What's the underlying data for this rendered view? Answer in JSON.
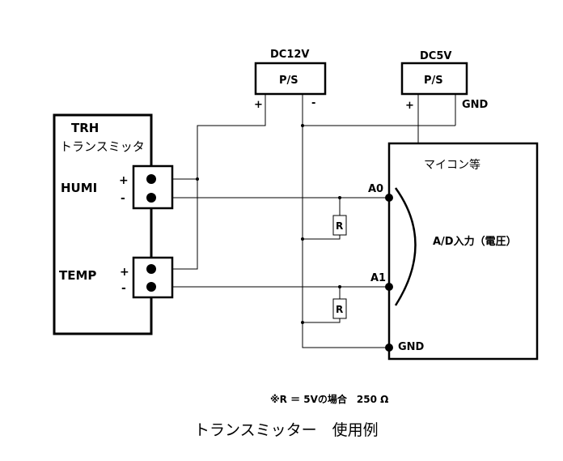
{
  "supplies": {
    "dc12v": {
      "voltage": "DC12V",
      "label": "P/S",
      "plus": "+",
      "minus": "-"
    },
    "dc5v": {
      "voltage": "DC5V",
      "label": "P/S",
      "plus": "+",
      "gnd": "GND"
    }
  },
  "transmitter": {
    "title_line1": "TRH",
    "title_line2": "トランスミッタ",
    "humi": {
      "label": "HUMI",
      "plus": "+",
      "minus": "-"
    },
    "temp": {
      "label": "TEMP",
      "plus": "+",
      "minus": "-"
    }
  },
  "mcu": {
    "title": "マイコン等",
    "a0": "A0",
    "a1": "A1",
    "gnd": "GND",
    "adc_label": "A/D入力（電圧）"
  },
  "resistors": {
    "r1": "R",
    "r2": "R"
  },
  "note": "※R ＝ 5Vの場合　250 Ω",
  "caption": "トランスミッター　使用例"
}
